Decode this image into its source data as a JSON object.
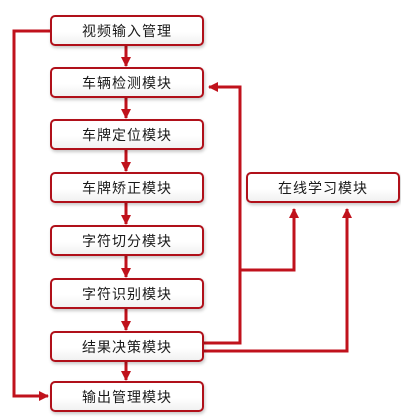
{
  "colors": {
    "line": "#c0121c",
    "border": "#b0101a",
    "text": "#1a1a1a"
  },
  "modules": {
    "video_input": "视频输入管理",
    "vehicle_detect": "车辆检测模块",
    "plate_locate": "车牌定位模块",
    "plate_correct": "车牌矫正模块",
    "char_segment": "字符切分模块",
    "char_recognize": "字符识别模块",
    "result_decision": "结果决策模块",
    "output_manage": "输出管理模块",
    "online_learning": "在线学习模块"
  }
}
